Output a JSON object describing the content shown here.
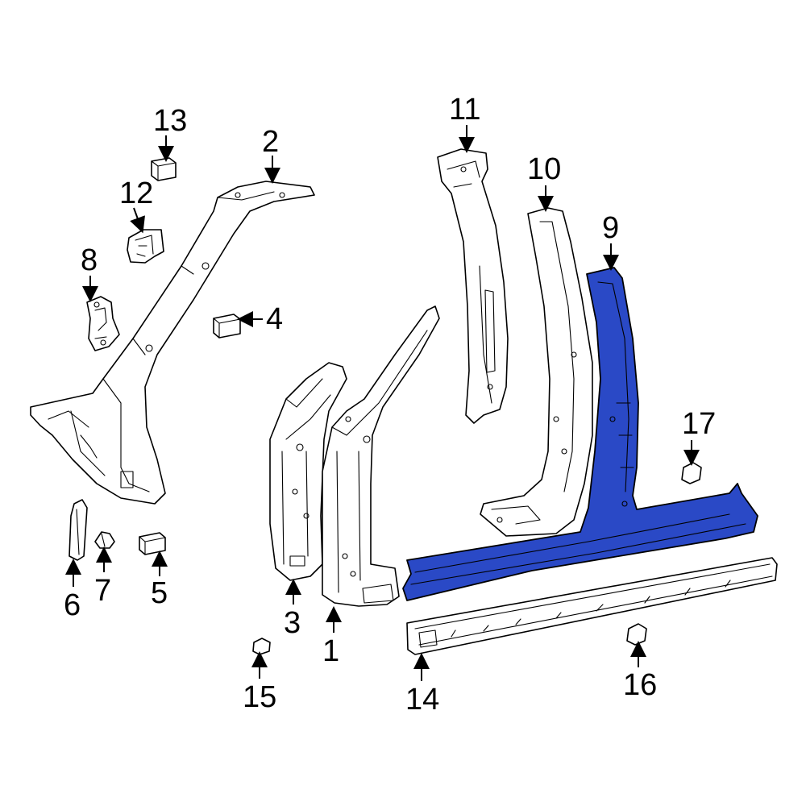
{
  "diagram": {
    "highlight_color": "#2a49c6",
    "highlighted_part": "9",
    "callouts": [
      "1",
      "2",
      "3",
      "4",
      "5",
      "6",
      "7",
      "8",
      "9",
      "10",
      "11",
      "12",
      "13",
      "14",
      "15",
      "16",
      "17"
    ]
  }
}
